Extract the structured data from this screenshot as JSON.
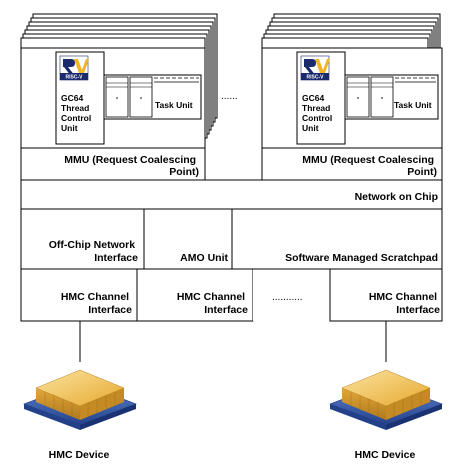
{
  "cores": {
    "label_lines": [
      "GC64",
      "Thread",
      "Control",
      "Unit"
    ],
    "task_unit": "Task Unit",
    "logo_text": "RISC-V",
    "between_ellipsis": "......"
  },
  "mmu": {
    "left_line1": "MMU (Request Coalescing",
    "left_line2": "Point)",
    "right_line1": "MMU (Request Coalescing",
    "right_line2": "Point)"
  },
  "noc": {
    "label": "Network on Chip"
  },
  "middle": {
    "offchip_line1": "Off-Chip Network",
    "offchip_line2": "Interface",
    "amo": "AMO Unit",
    "scratchpad": "Software Managed Scratchpad"
  },
  "hmc_channels": {
    "ch1_line1": "HMC Channel",
    "ch1_line2": "Interface",
    "ch2_line1": "HMC Channel",
    "ch2_line2": "Interface",
    "ch3_line1": "HMC Channel",
    "ch3_line2": "Interface",
    "ellipsis": "..........."
  },
  "devices": {
    "left": "HMC Device",
    "right": "HMC Device"
  },
  "colors": {
    "stroke": "#000000",
    "gold": "#f2c14a",
    "blue": "#3a5fb0",
    "logo_navy": "#1a2a6c",
    "logo_gold": "#f0b429"
  }
}
